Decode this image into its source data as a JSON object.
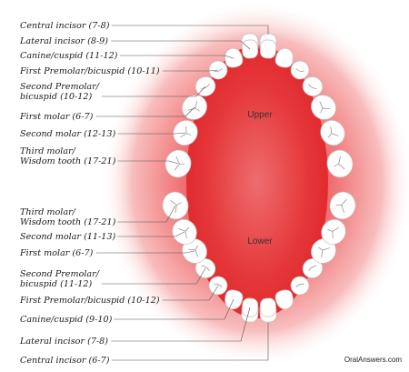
{
  "regions": {
    "upper": "Upper",
    "lower": "Lower"
  },
  "upper_labels": [
    {
      "id": "central-incisor",
      "text": [
        "Central incisor (7-8)"
      ]
    },
    {
      "id": "lateral-incisor",
      "text": [
        "Lateral incisor (8-9)"
      ]
    },
    {
      "id": "canine-cuspid",
      "text": [
        "Canine/cuspid (11-12)"
      ]
    },
    {
      "id": "first-premolar",
      "text": [
        "First Premolar/bicuspid (10-11)"
      ]
    },
    {
      "id": "second-premolar",
      "text": [
        "Second Premolar/",
        "bicuspid (10-12)"
      ]
    },
    {
      "id": "first-molar",
      "text": [
        "First molar (6-7)"
      ]
    },
    {
      "id": "second-molar",
      "text": [
        "Second molar (12-13)"
      ]
    },
    {
      "id": "third-molar",
      "text": [
        "Third molar/",
        "Wisdom tooth (17-21)"
      ]
    }
  ],
  "lower_labels": [
    {
      "id": "third-molar",
      "text": [
        "Third molar/",
        "Wisdom tooth (17-21)"
      ]
    },
    {
      "id": "second-molar",
      "text": [
        "Second molar (11-13)"
      ]
    },
    {
      "id": "first-molar",
      "text": [
        "First molar (6-7)"
      ]
    },
    {
      "id": "second-premolar",
      "text": [
        "Second Premolar/",
        "bicuspid (11-12)"
      ]
    },
    {
      "id": "first-premolar",
      "text": [
        "First Premolar/bicuspid (10-12)"
      ]
    },
    {
      "id": "canine-cuspid",
      "text": [
        "Canine/cuspid (9-10)"
      ]
    },
    {
      "id": "lateral-incisor",
      "text": [
        "Lateral incisor (7-8)"
      ]
    },
    {
      "id": "central-incisor",
      "text": [
        "Central incisor (6-7)"
      ]
    }
  ],
  "credit": "OralAnswers.com",
  "colors": {
    "gum_inner": "#e2282d",
    "gum_outer": "#fbd6d6",
    "palate": "#e5383a",
    "tooth": "#ffffff",
    "text": "#1a1a1a"
  }
}
